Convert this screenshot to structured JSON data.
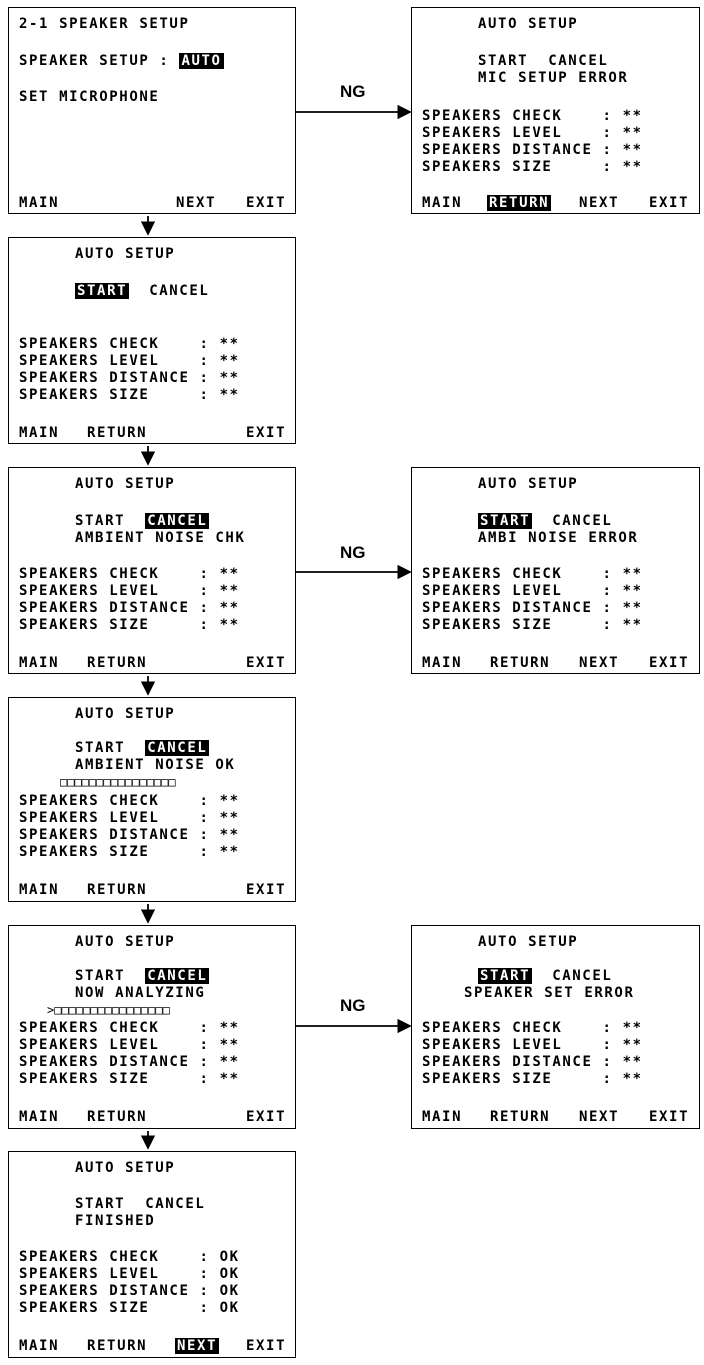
{
  "ng_label": "NG",
  "screens": {
    "s1": {
      "title": "2-1 SPEAKER SETUP",
      "setup_label": "SPEAKER SETUP : ",
      "setup_value": "AUTO",
      "mic": "SET MICROPHONE",
      "main": "MAIN",
      "next": "NEXT",
      "exit": "EXIT"
    },
    "s2": {
      "title": "AUTO SETUP",
      "start": "START",
      "cancel": "CANCEL",
      "check": "SPEAKERS CHECK    : **",
      "level": "SPEAKERS LEVEL    : **",
      "distance": "SPEAKERS DISTANCE : **",
      "size": "SPEAKERS SIZE     : **",
      "main": "MAIN",
      "return": "RETURN",
      "exit": "EXIT"
    },
    "s3": {
      "title": "AUTO SETUP",
      "start": "START",
      "cancel": "CANCEL",
      "status": "AMBIENT NOISE CHK",
      "check": "SPEAKERS CHECK    : **",
      "level": "SPEAKERS LEVEL    : **",
      "distance": "SPEAKERS DISTANCE : **",
      "size": "SPEAKERS SIZE     : **",
      "main": "MAIN",
      "return": "RETURN",
      "exit": "EXIT"
    },
    "s4": {
      "title": "AUTO SETUP",
      "start": "START",
      "cancel": "CANCEL",
      "status": "AMBIENT NOISE OK",
      "progress": "□□□□□□□□□□□□□□□□",
      "check": "SPEAKERS CHECK    : **",
      "level": "SPEAKERS LEVEL    : **",
      "distance": "SPEAKERS DISTANCE : **",
      "size": "SPEAKERS SIZE     : **",
      "main": "MAIN",
      "return": "RETURN",
      "exit": "EXIT"
    },
    "s5": {
      "title": "AUTO SETUP",
      "start": "START",
      "cancel": "CANCEL",
      "status": "NOW ANALYZING",
      "progress": ">□□□□□□□□□□□□□□□□",
      "check": "SPEAKERS CHECK    : **",
      "level": "SPEAKERS LEVEL    : **",
      "distance": "SPEAKERS DISTANCE : **",
      "size": "SPEAKERS SIZE     : **",
      "main": "MAIN",
      "return": "RETURN",
      "exit": "EXIT"
    },
    "s6": {
      "title": "AUTO SETUP",
      "start": "START",
      "cancel": "CANCEL",
      "status": "FINISHED",
      "check": "SPEAKERS CHECK    : OK",
      "level": "SPEAKERS LEVEL    : OK",
      "distance": "SPEAKERS DISTANCE : OK",
      "size": "SPEAKERS SIZE     : OK",
      "main": "MAIN",
      "return": "RETURN",
      "next": "NEXT",
      "exit": "EXIT"
    },
    "e1": {
      "title": "AUTO SETUP",
      "start": "START",
      "cancel": "CANCEL",
      "status": "MIC SETUP ERROR",
      "check": "SPEAKERS CHECK    : **",
      "level": "SPEAKERS LEVEL    : **",
      "distance": "SPEAKERS DISTANCE : **",
      "size": "SPEAKERS SIZE     : **",
      "main": "MAIN",
      "return": "RETURN",
      "next": "NEXT",
      "exit": "EXIT"
    },
    "e2": {
      "title": "AUTO SETUP",
      "start": "START",
      "cancel": "CANCEL",
      "status": "AMBI NOISE ERROR",
      "check": "SPEAKERS CHECK    : **",
      "level": "SPEAKERS LEVEL    : **",
      "distance": "SPEAKERS DISTANCE : **",
      "size": "SPEAKERS SIZE     : **",
      "main": "MAIN",
      "return": "RETURN",
      "next": "NEXT",
      "exit": "EXIT"
    },
    "e3": {
      "title": "AUTO SETUP",
      "start": "START",
      "cancel": "CANCEL",
      "status": "SPEAKER SET ERROR",
      "check": "SPEAKERS CHECK    : **",
      "level": "SPEAKERS LEVEL    : **",
      "distance": "SPEAKERS DISTANCE : **",
      "size": "SPEAKERS SIZE     : **",
      "main": "MAIN",
      "return": "RETURN",
      "next": "NEXT",
      "exit": "EXIT"
    }
  }
}
